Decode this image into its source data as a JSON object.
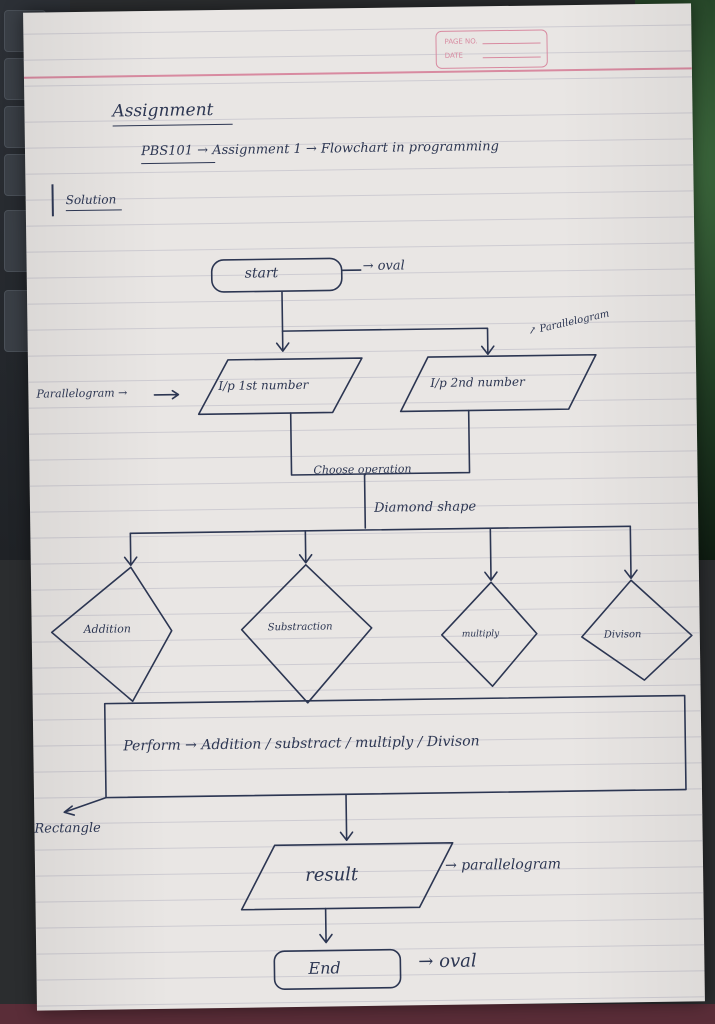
{
  "page_box": {
    "page_no_label": "PAGE NO.",
    "date_label": "DATE"
  },
  "heading": "Assignment",
  "subject_line": "PBS101 → Assignment 1 → Flowchart in programming",
  "solution_label": "Solution",
  "flow": {
    "start": "start",
    "start_note": "→ oval",
    "input1_label": "I/p 1st number",
    "input2_label": "I/p 2nd number",
    "input1_note": "Parallelogram →",
    "input2_note": "↗ Parallelogram",
    "choose": "Choose operation",
    "diamond_note": "Diamond shape",
    "ops": [
      "Addition",
      "Substraction",
      "multiply",
      "Divison"
    ],
    "process": "Perform → Addition / substract / multiply / Divison",
    "process_note": "Rectangle",
    "result": "result",
    "result_note": "→ parallelogram",
    "end": "End",
    "end_note": "→ oval"
  },
  "colors": {
    "ink": "#2c3652",
    "paper": "#e9e6e4",
    "margin_pink": "#d88aa0",
    "rule": "#c9c7cf"
  }
}
